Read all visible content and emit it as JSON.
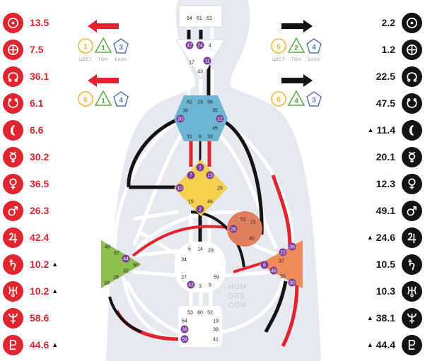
{
  "planets_design": [
    {
      "icon": "sun-icon",
      "value": "13.5",
      "mark": ""
    },
    {
      "icon": "earth-icon",
      "value": "7.5",
      "mark": ""
    },
    {
      "icon": "north-node-icon",
      "value": "36.1",
      "mark": ""
    },
    {
      "icon": "south-node-icon",
      "value": "6.1",
      "mark": ""
    },
    {
      "icon": "moon-icon",
      "value": "6.6",
      "mark": ""
    },
    {
      "icon": "mercury-icon",
      "value": "30.2",
      "mark": ""
    },
    {
      "icon": "venus-icon",
      "value": "36.5",
      "mark": ""
    },
    {
      "icon": "mars-icon",
      "value": "26.3",
      "mark": ""
    },
    {
      "icon": "jupiter-icon",
      "value": "42.4",
      "mark": ""
    },
    {
      "icon": "saturn-icon",
      "value": "10.2",
      "mark": "▲"
    },
    {
      "icon": "uranus-icon",
      "value": "10.2",
      "mark": "▲"
    },
    {
      "icon": "neptune-icon",
      "value": "58.6",
      "mark": ""
    },
    {
      "icon": "pluto-icon",
      "value": "44.6",
      "mark": "▲"
    }
  ],
  "planets_personality": [
    {
      "icon": "sun-icon",
      "value": "2.2",
      "mark": ""
    },
    {
      "icon": "earth-icon",
      "value": "1.2",
      "mark": ""
    },
    {
      "icon": "north-node-icon",
      "value": "22.5",
      "mark": ""
    },
    {
      "icon": "south-node-icon",
      "value": "47.5",
      "mark": ""
    },
    {
      "icon": "moon-icon",
      "value": "11.4",
      "mark": "▲"
    },
    {
      "icon": "mercury-icon",
      "value": "20.1",
      "mark": ""
    },
    {
      "icon": "venus-icon",
      "value": "12.3",
      "mark": ""
    },
    {
      "icon": "mars-icon",
      "value": "49.1",
      "mark": ""
    },
    {
      "icon": "jupiter-icon",
      "value": "24.6",
      "mark": "▲"
    },
    {
      "icon": "saturn-icon",
      "value": "10.5",
      "mark": ""
    },
    {
      "icon": "uranus-icon",
      "value": "10.3",
      "mark": ""
    },
    {
      "icon": "neptune-icon",
      "value": "38.1",
      "mark": "▲"
    },
    {
      "icon": "pluto-icon",
      "value": "44.4",
      "mark": "▲"
    }
  ],
  "variables": {
    "left_top": {
      "color": "1",
      "tone": "1",
      "base": "3"
    },
    "left_bottom": {
      "color": "6",
      "tone": "1",
      "base": "4"
    },
    "right_top": {
      "color": "6",
      "tone": "2",
      "base": "4"
    },
    "right_bottom": {
      "color": "6",
      "tone": "4",
      "base": "3"
    },
    "captions": {
      "color": "ЦВЕТ",
      "tone": "ТОН",
      "base": "БАЗА"
    }
  },
  "watermark": [
    "HUM",
    "DES",
    "COM"
  ],
  "colors": {
    "design": "#e0252f",
    "personality": "#141414",
    "head": "#ffffff",
    "ajna": "#ffffff",
    "throat": "#6cb6d4",
    "g": "#f5d04e",
    "ego": "#e07f5e",
    "spleen": "#8fbf4f",
    "sacral": "#ffffff",
    "solar": "#ee8c5c",
    "root": "#ffffff",
    "active_gate": "#7a3d9a"
  },
  "centers": {
    "head": {
      "gates": [
        "64",
        "61",
        "63"
      ]
    },
    "ajna": {
      "gates": [
        "47",
        "24",
        "4",
        "17",
        "11",
        "43"
      ],
      "active": [
        "47",
        "24",
        "11"
      ]
    },
    "throat": {
      "gates": [
        "62",
        "23",
        "56",
        "16",
        "35",
        "20",
        "12",
        "45",
        "31",
        "8",
        "33"
      ],
      "active": [
        "20",
        "12"
      ]
    },
    "g": {
      "gates": [
        "1",
        "7",
        "13",
        "10",
        "25",
        "15",
        "46",
        "2"
      ],
      "active": [
        "1",
        "7",
        "13",
        "10",
        "2"
      ]
    },
    "ego": {
      "gates": [
        "51",
        "21",
        "26",
        "40"
      ],
      "active": [
        "26"
      ]
    },
    "spleen": {
      "gates": [
        "48",
        "57",
        "44",
        "50",
        "32",
        "28",
        "18"
      ],
      "active": [
        "44"
      ]
    },
    "sacral": {
      "gates": [
        "5",
        "14",
        "29",
        "34",
        "27",
        "59",
        "42",
        "3",
        "9"
      ],
      "active": [
        "42"
      ]
    },
    "solar": {
      "gates": [
        "36",
        "22",
        "6",
        "49",
        "37",
        "55",
        "30"
      ],
      "active": [
        "36",
        "22",
        "6",
        "49",
        "30"
      ]
    },
    "root": {
      "gates": [
        "53",
        "60",
        "52",
        "54",
        "19",
        "38",
        "39",
        "58",
        "41"
      ],
      "active": [
        "38",
        "58"
      ]
    }
  }
}
